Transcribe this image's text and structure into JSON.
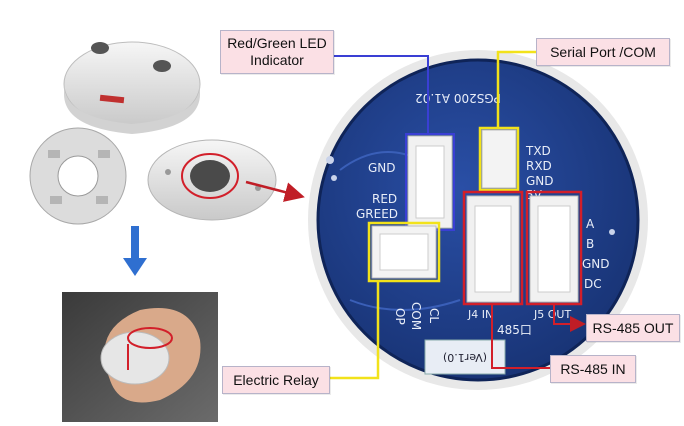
{
  "callouts": {
    "led": {
      "line1": "Red/Green LED",
      "line2": "Indicator"
    },
    "serial": "Serial Port /COM",
    "relay": "Electric Relay",
    "rs485_out": "RS-485 OUT",
    "rs485_in": "RS-485 IN"
  },
  "pcb_labels": {
    "model": "PGS200 A1.02",
    "serial_pins": [
      "TXD",
      "RXD",
      "GND",
      "5V"
    ],
    "led_pins": [
      "GND",
      "RED",
      "GREED"
    ],
    "rs485_pins": [
      "A",
      "B",
      "GND",
      "DC"
    ],
    "relay_pins": [
      "CL",
      "COM",
      "OP"
    ],
    "j4": "J4 IN",
    "j5": "J5 OUT",
    "port_485": "485口",
    "version": "(Ver1.0)"
  },
  "colors": {
    "pcb": "#1f3f8f",
    "pcb_dark": "#173274",
    "highlight_red": "#d21f2a",
    "highlight_yellow": "#f2e21a",
    "highlight_blue": "#3a3fd4",
    "callout_fill": "#fbe0e5"
  }
}
